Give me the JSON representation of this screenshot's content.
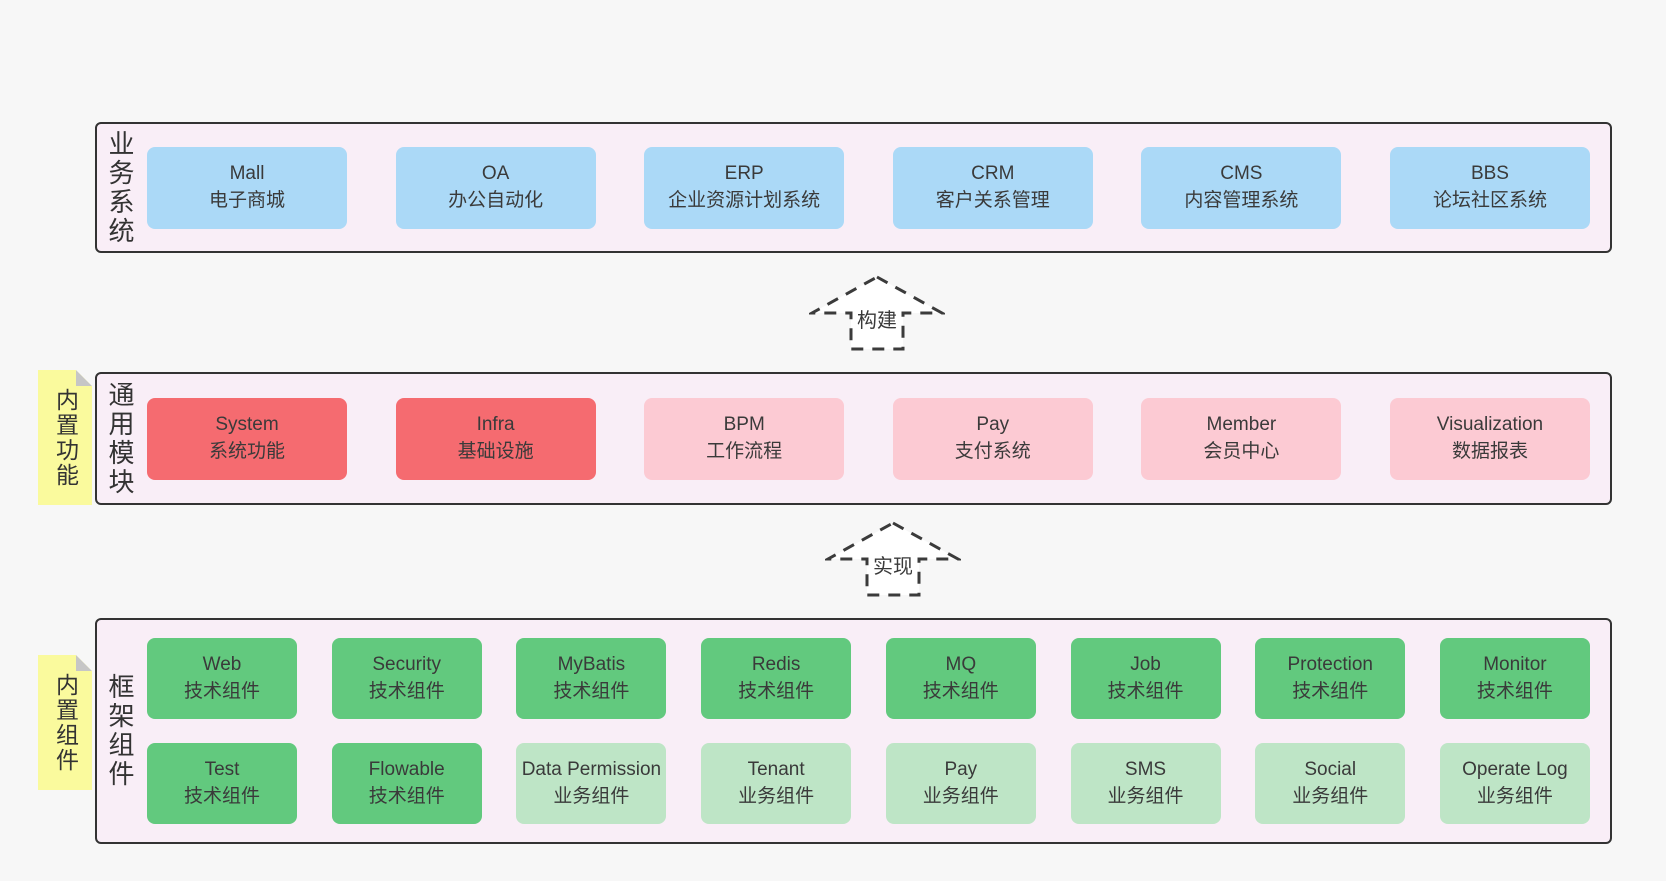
{
  "diagram": {
    "panels": [
      {
        "label": "业务系统",
        "boxes": [
          {
            "name": "Mall",
            "desc": "电子商城"
          },
          {
            "name": "OA",
            "desc": "办公自动化"
          },
          {
            "name": "ERP",
            "desc": "企业资源计划系统"
          },
          {
            "name": "CRM",
            "desc": "客户关系管理"
          },
          {
            "name": "CMS",
            "desc": "内容管理系统"
          },
          {
            "name": "BBS",
            "desc": "论坛社区系统"
          }
        ]
      },
      {
        "label": "通用模块",
        "sticky": "内置功能",
        "boxes": [
          {
            "name": "System",
            "desc": "系统功能"
          },
          {
            "name": "Infra",
            "desc": "基础设施"
          },
          {
            "name": "BPM",
            "desc": "工作流程"
          },
          {
            "name": "Pay",
            "desc": "支付系统"
          },
          {
            "name": "Member",
            "desc": "会员中心"
          },
          {
            "name": "Visualization",
            "desc": "数据报表"
          }
        ]
      },
      {
        "label": "框架组件",
        "sticky": "内置组件",
        "rows": [
          [
            {
              "name": "Web",
              "desc": "技术组件"
            },
            {
              "name": "Security",
              "desc": "技术组件"
            },
            {
              "name": "MyBatis",
              "desc": "技术组件"
            },
            {
              "name": "Redis",
              "desc": "技术组件"
            },
            {
              "name": "MQ",
              "desc": "技术组件"
            },
            {
              "name": "Job",
              "desc": "技术组件"
            },
            {
              "name": "Protection",
              "desc": "技术组件"
            },
            {
              "name": "Monitor",
              "desc": "技术组件"
            }
          ],
          [
            {
              "name": "Test",
              "desc": "技术组件"
            },
            {
              "name": "Flowable",
              "desc": "技术组件"
            },
            {
              "name": "Data Permission",
              "desc": "业务组件"
            },
            {
              "name": "Tenant",
              "desc": "业务组件"
            },
            {
              "name": "Pay",
              "desc": "业务组件"
            },
            {
              "name": "SMS",
              "desc": "业务组件"
            },
            {
              "name": "Social",
              "desc": "业务组件"
            },
            {
              "name": "Operate Log",
              "desc": "业务组件"
            }
          ]
        ]
      }
    ],
    "arrows": [
      {
        "label": "构建"
      },
      {
        "label": "实现"
      }
    ],
    "colors": {
      "page_background": "#f7f7f7",
      "panel_background": "#f9eef7",
      "panel_border": "#333333",
      "blue_box": "#abd9f7",
      "red_box": "#f56b70",
      "pink_box": "#fccad3",
      "green_box": "#62c97e",
      "light_green_box": "#bee5c6",
      "sticky_note": "#fafa9d",
      "text": "#333333"
    }
  }
}
